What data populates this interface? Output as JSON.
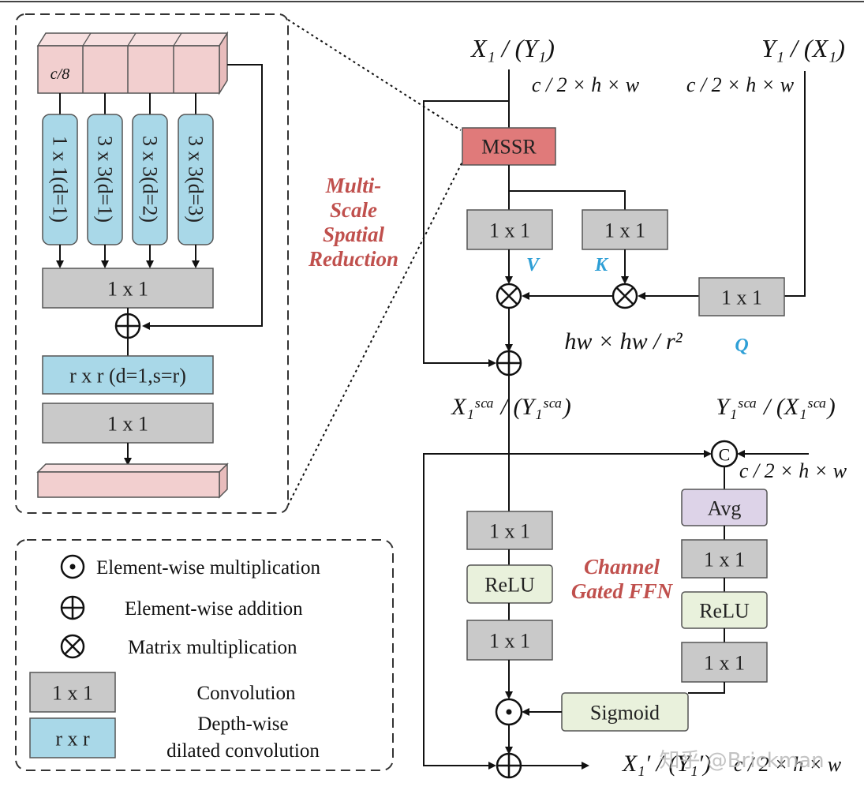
{
  "colors": {
    "gray_box": "#c9c9c9",
    "blue_box": "#a9d8e8",
    "pink_box": "#f2cfcf",
    "mssr_box": "#e07a7a",
    "relu_box": "#e9f1dc",
    "avg_box": "#ddd3e8",
    "red_text": "#c0504d",
    "blue_text": "#2e9fd6"
  },
  "inset": {
    "feature_fraction": "c/8",
    "branches": [
      "1 x 1(d=1)",
      "3 x 3(d=1)",
      "3 x 3(d=2)",
      "3 x 3(d=3)"
    ],
    "fuse_conv": "1 x 1",
    "depthwise_conv": "r x r (d=1,s=r)",
    "out_conv": "1 x 1"
  },
  "labels": {
    "msr_title": "Multi-Scale Spatial Reduction",
    "msr_lines": [
      "Multi-",
      "Scale",
      "Spatial",
      "Reduction"
    ],
    "cgffn_lines": [
      "Channel",
      "Gated FFN"
    ]
  },
  "attention": {
    "input_left": "X₁ / (Y₁)",
    "input_right": "Y₁ / (X₁)",
    "dim_left": "c / 2 × h × w",
    "dim_right": "c / 2 × h × w",
    "mssr": "MSSR",
    "conv_v": "1 x 1",
    "conv_k": "1 x 1",
    "conv_q": "1 x 1",
    "v": "V",
    "k": "K",
    "q": "Q",
    "attn_dim": "hw × hw / r²",
    "out_left": "X₁ˢᶜᵃ / (Y₁ˢᶜᵃ)",
    "out_right": "Y₁ˢᶜᵃ / (X₁ˢᶜᵃ)"
  },
  "ffn": {
    "concat_symbol": "C",
    "concat_dim": "c / 2 × h × w",
    "left_conv1": "1 x 1",
    "left_relu": "ReLU",
    "left_conv2": "1 x 1",
    "right_avg": "Avg",
    "right_conv1": "1 x 1",
    "right_relu": "ReLU",
    "right_conv2": "1 x 1",
    "sigmoid": "Sigmoid",
    "output": "X₁′ / (Y₁′)",
    "output_dim": "c / 2 × h × w"
  },
  "legend": {
    "elem_mul": "Element-wise multiplication",
    "elem_add": "Element-wise addition",
    "mat_mul": "Matrix multiplication",
    "conv_box": "1 x 1",
    "conv_label": "Convolution",
    "dw_box": "r x r",
    "dw_label_1": "Depth-wise",
    "dw_label_2": "dilated convolution"
  },
  "watermark": "知乎 @Brickman"
}
